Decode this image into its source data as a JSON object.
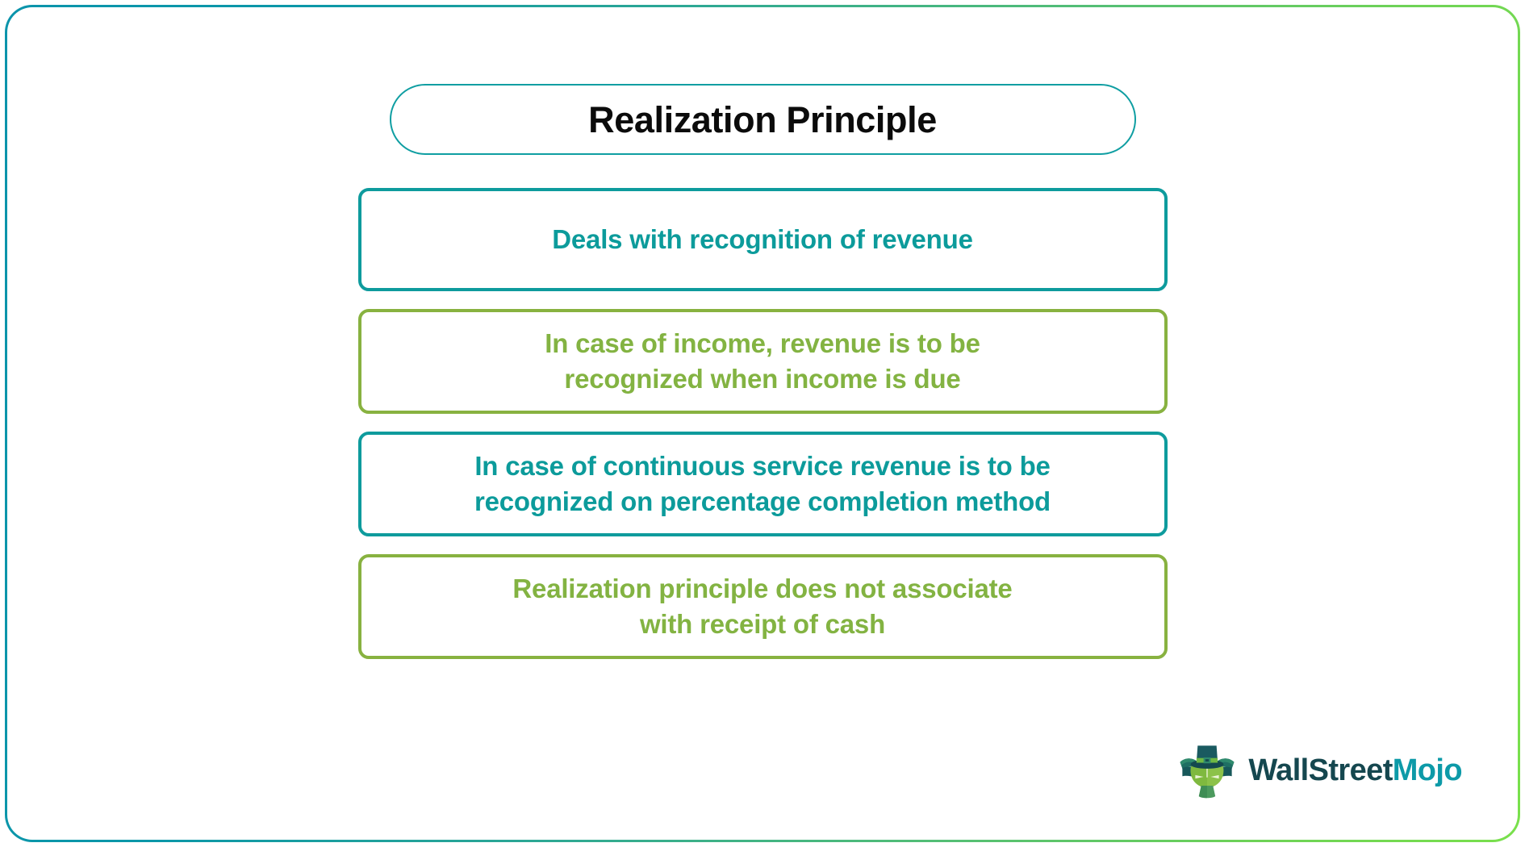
{
  "frame": {
    "gradient_start": "#0b94ab",
    "gradient_end": "#79e04c"
  },
  "title": {
    "text": "Realization Principle",
    "color": "#0b0b0b",
    "border_color": "#0f9ea2"
  },
  "boxes": [
    {
      "text": "Deals with recognition of revenue",
      "theme": "teal",
      "color": "#0c9b9b",
      "border_color": "#0e9b9d",
      "lines": 1
    },
    {
      "text": "In case of income, revenue is to be\nrecognized when income is due",
      "theme": "green",
      "color": "#83b342",
      "border_color": "#88b240",
      "lines": 2
    },
    {
      "text": "In case of continuous service revenue is to be\nrecognized on percentage completion method",
      "theme": "teal",
      "color": "#0c9b9b",
      "border_color": "#0e9b9d",
      "lines": 2
    },
    {
      "text": "Realization principle does not associate\nwith receipt of cash",
      "theme": "green",
      "color": "#83b342",
      "border_color": "#88b240",
      "lines": 2
    }
  ],
  "logo": {
    "name_primary": "WallStreet",
    "name_accent": "Mojo",
    "primary_color": "#15474f",
    "accent_color": "#0d9aa8",
    "mark": "bull-mascot-with-top-hat-icon"
  }
}
